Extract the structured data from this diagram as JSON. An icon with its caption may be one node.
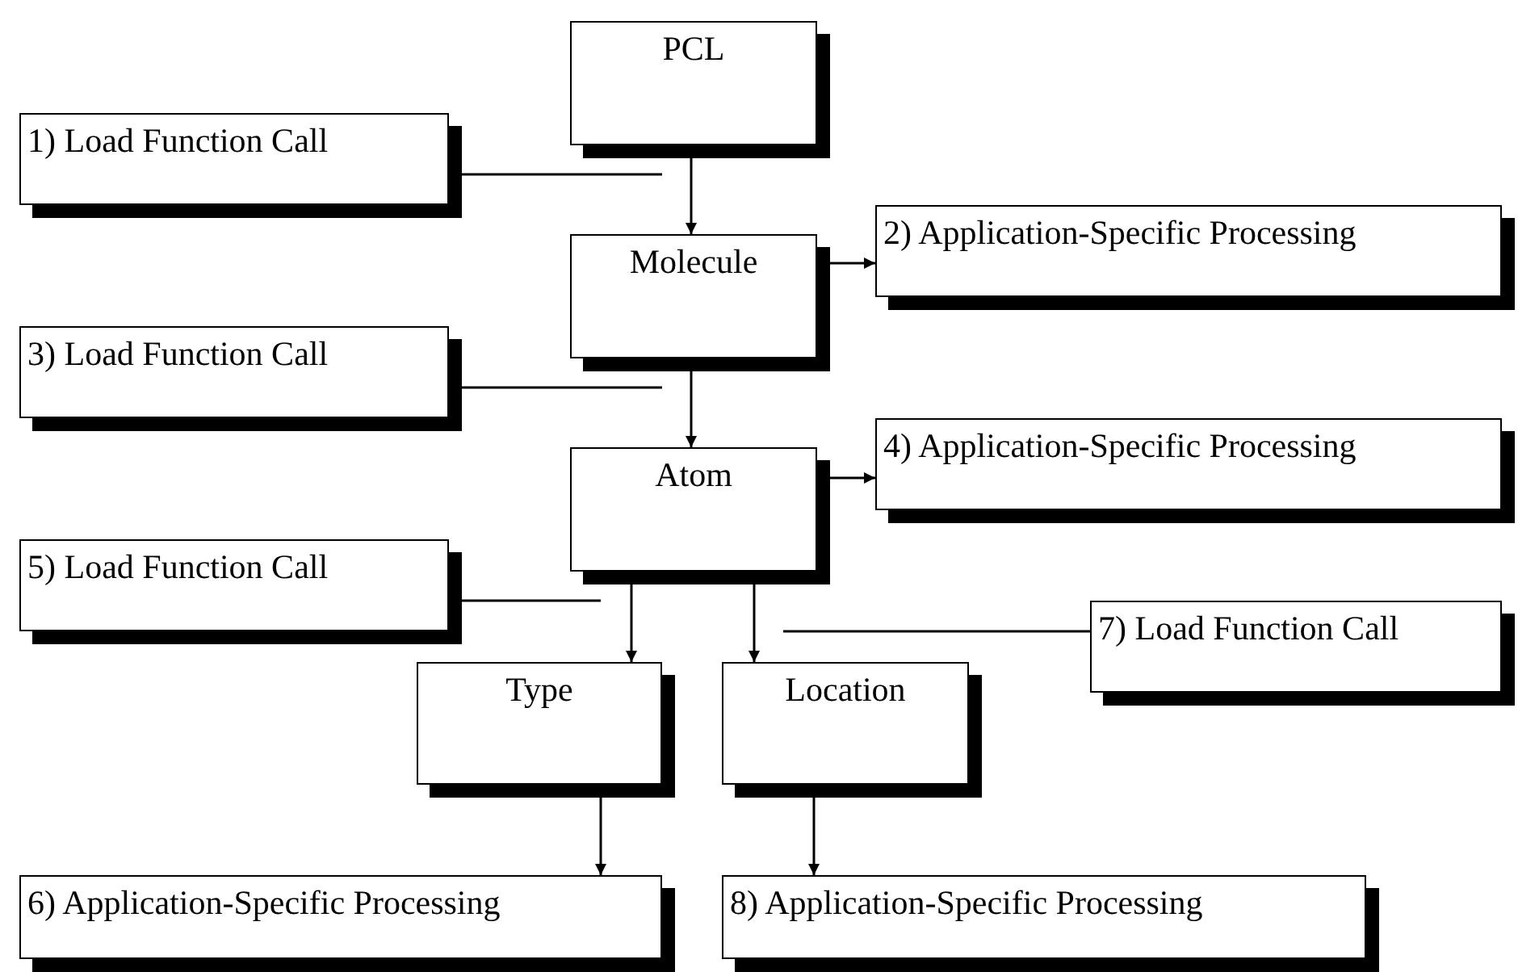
{
  "diagram": {
    "nodes": [
      {
        "text": [
          "PCL"
        ]
      },
      {
        "text": [
          "1) Load Function Call"
        ]
      },
      {
        "text": [
          "Molecule"
        ]
      },
      {
        "text": [
          "2) Application-Specific Processing"
        ]
      },
      {
        "text": [
          "3) Load Function Call"
        ]
      },
      {
        "text": [
          "Atom"
        ]
      },
      {
        "text": [
          "4) Application-Specific Processing"
        ]
      },
      {
        "text": [
          "5) Load Function Call"
        ]
      },
      {
        "text": [
          "Type"
        ]
      },
      {
        "text": [
          "Location"
        ]
      },
      {
        "text": [
          "7) Load Function Call"
        ]
      },
      {
        "text": [
          "6) Application-Specific Processing"
        ]
      },
      {
        "text": [
          "8) Application-Specific Processing"
        ]
      }
    ],
    "edges": [
      {
        "from": 0,
        "to": 2,
        "arrow": "to"
      },
      {
        "from": 1,
        "to": null,
        "arrow": "none"
      },
      {
        "from": 2,
        "to": 3,
        "arrow": "to"
      },
      {
        "from": 2,
        "to": 5,
        "arrow": "to"
      },
      {
        "from": 4,
        "to": null,
        "arrow": "none"
      },
      {
        "from": 5,
        "to": 6,
        "arrow": "to"
      },
      {
        "from": 5,
        "to": 8,
        "arrow": "to"
      },
      {
        "from": 5,
        "to": 9,
        "arrow": "to"
      },
      {
        "from": 7,
        "to": null,
        "arrow": "none"
      },
      {
        "from": 10,
        "to": null,
        "arrow": "none"
      },
      {
        "from": 8,
        "to": 11,
        "arrow": "to"
      },
      {
        "from": 9,
        "to": 12,
        "arrow": "to"
      }
    ]
  }
}
